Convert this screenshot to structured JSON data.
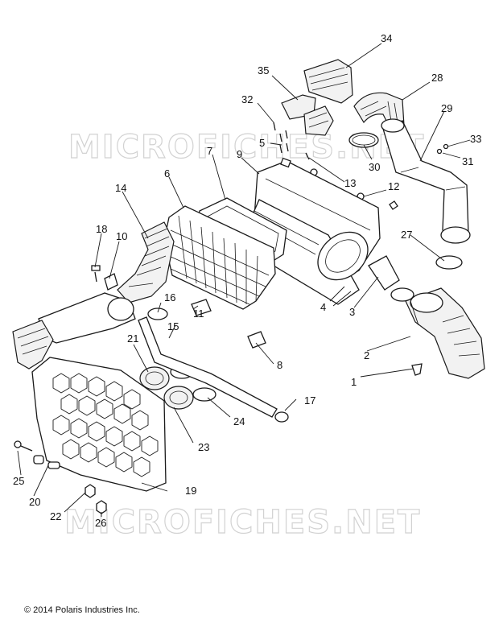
{
  "watermark": {
    "text": "MICROFICHES.NET"
  },
  "copyright": "© 2014 Polaris Industries Inc.",
  "callouts": [
    "1",
    "2",
    "3",
    "4",
    "5",
    "6",
    "7",
    "8",
    "9",
    "10",
    "11",
    "12",
    "13",
    "14",
    "15",
    "16",
    "17",
    "18",
    "19",
    "20",
    "21",
    "22",
    "23",
    "24",
    "25",
    "26",
    "27",
    "28",
    "29",
    "30",
    "31",
    "32",
    "33",
    "34",
    "35"
  ]
}
